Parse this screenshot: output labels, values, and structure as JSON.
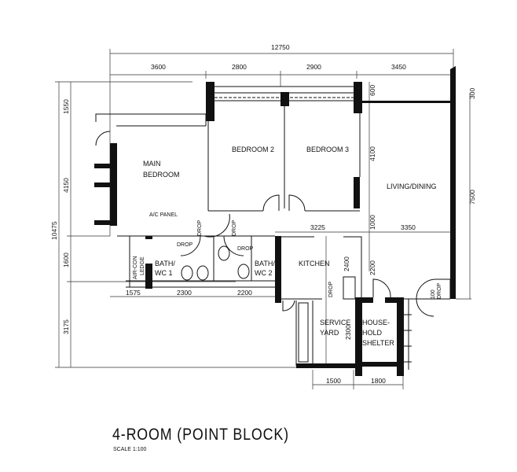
{
  "title": "4-ROOM (POINT BLOCK)",
  "scale": "SCALE  1:100",
  "rooms": {
    "main_bedroom": [
      "MAIN",
      "BEDROOM"
    ],
    "bedroom2": "BEDROOM 2",
    "bedroom3": "BEDROOM 3",
    "living": "LIVING/DINING",
    "kitchen": "KITCHEN",
    "bath1": [
      "BATH/",
      "WC 1"
    ],
    "bath2": [
      "BATH/",
      "WC 2"
    ],
    "aircon": [
      "AIR-CON",
      "LEDGE"
    ],
    "service": [
      "SERVICE",
      "YARD"
    ],
    "shelter": [
      "HOUSE-",
      "HOLD",
      "SHELTER"
    ],
    "ac_panel": "A/C PANEL",
    "drop": "DROP",
    "drop100": "100"
  },
  "dims": {
    "total_width": "12750",
    "top": [
      "3600",
      "2800",
      "2900",
      "3450"
    ],
    "total_height": "10475",
    "left": [
      "1550",
      "4150",
      "1600",
      "3175"
    ],
    "right": "7500",
    "right_top": "300",
    "inner_v": [
      "600",
      "4100",
      "1000",
      "2200"
    ],
    "kitchen_w": "3225",
    "living_w": "3350",
    "kitchen_h": "2400",
    "service_h": "2300",
    "bottom": [
      "1575",
      "2300",
      "2200"
    ],
    "bottom2": [
      "1500",
      "1800"
    ]
  }
}
